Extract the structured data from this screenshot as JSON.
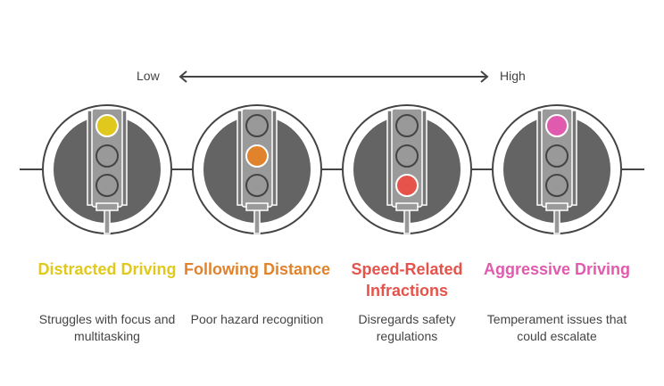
{
  "scale": {
    "low": "Low",
    "high": "High"
  },
  "items": [
    {
      "title": "Distracted Driving",
      "desc": "Struggles with focus and multitasking",
      "color": "#E0C81C",
      "lit": 0
    },
    {
      "title": "Following Distance",
      "desc": "Poor hazard recognition",
      "color": "#E0832C",
      "lit": 1
    },
    {
      "title": "Speed-Related Infractions",
      "desc": "Disregards safety regulations",
      "color": "#E5534B",
      "lit": 2
    },
    {
      "title": "Aggressive Driving",
      "desc": "Temperament issues that could escalate",
      "color": "#E05AAE",
      "lit": 0
    }
  ]
}
